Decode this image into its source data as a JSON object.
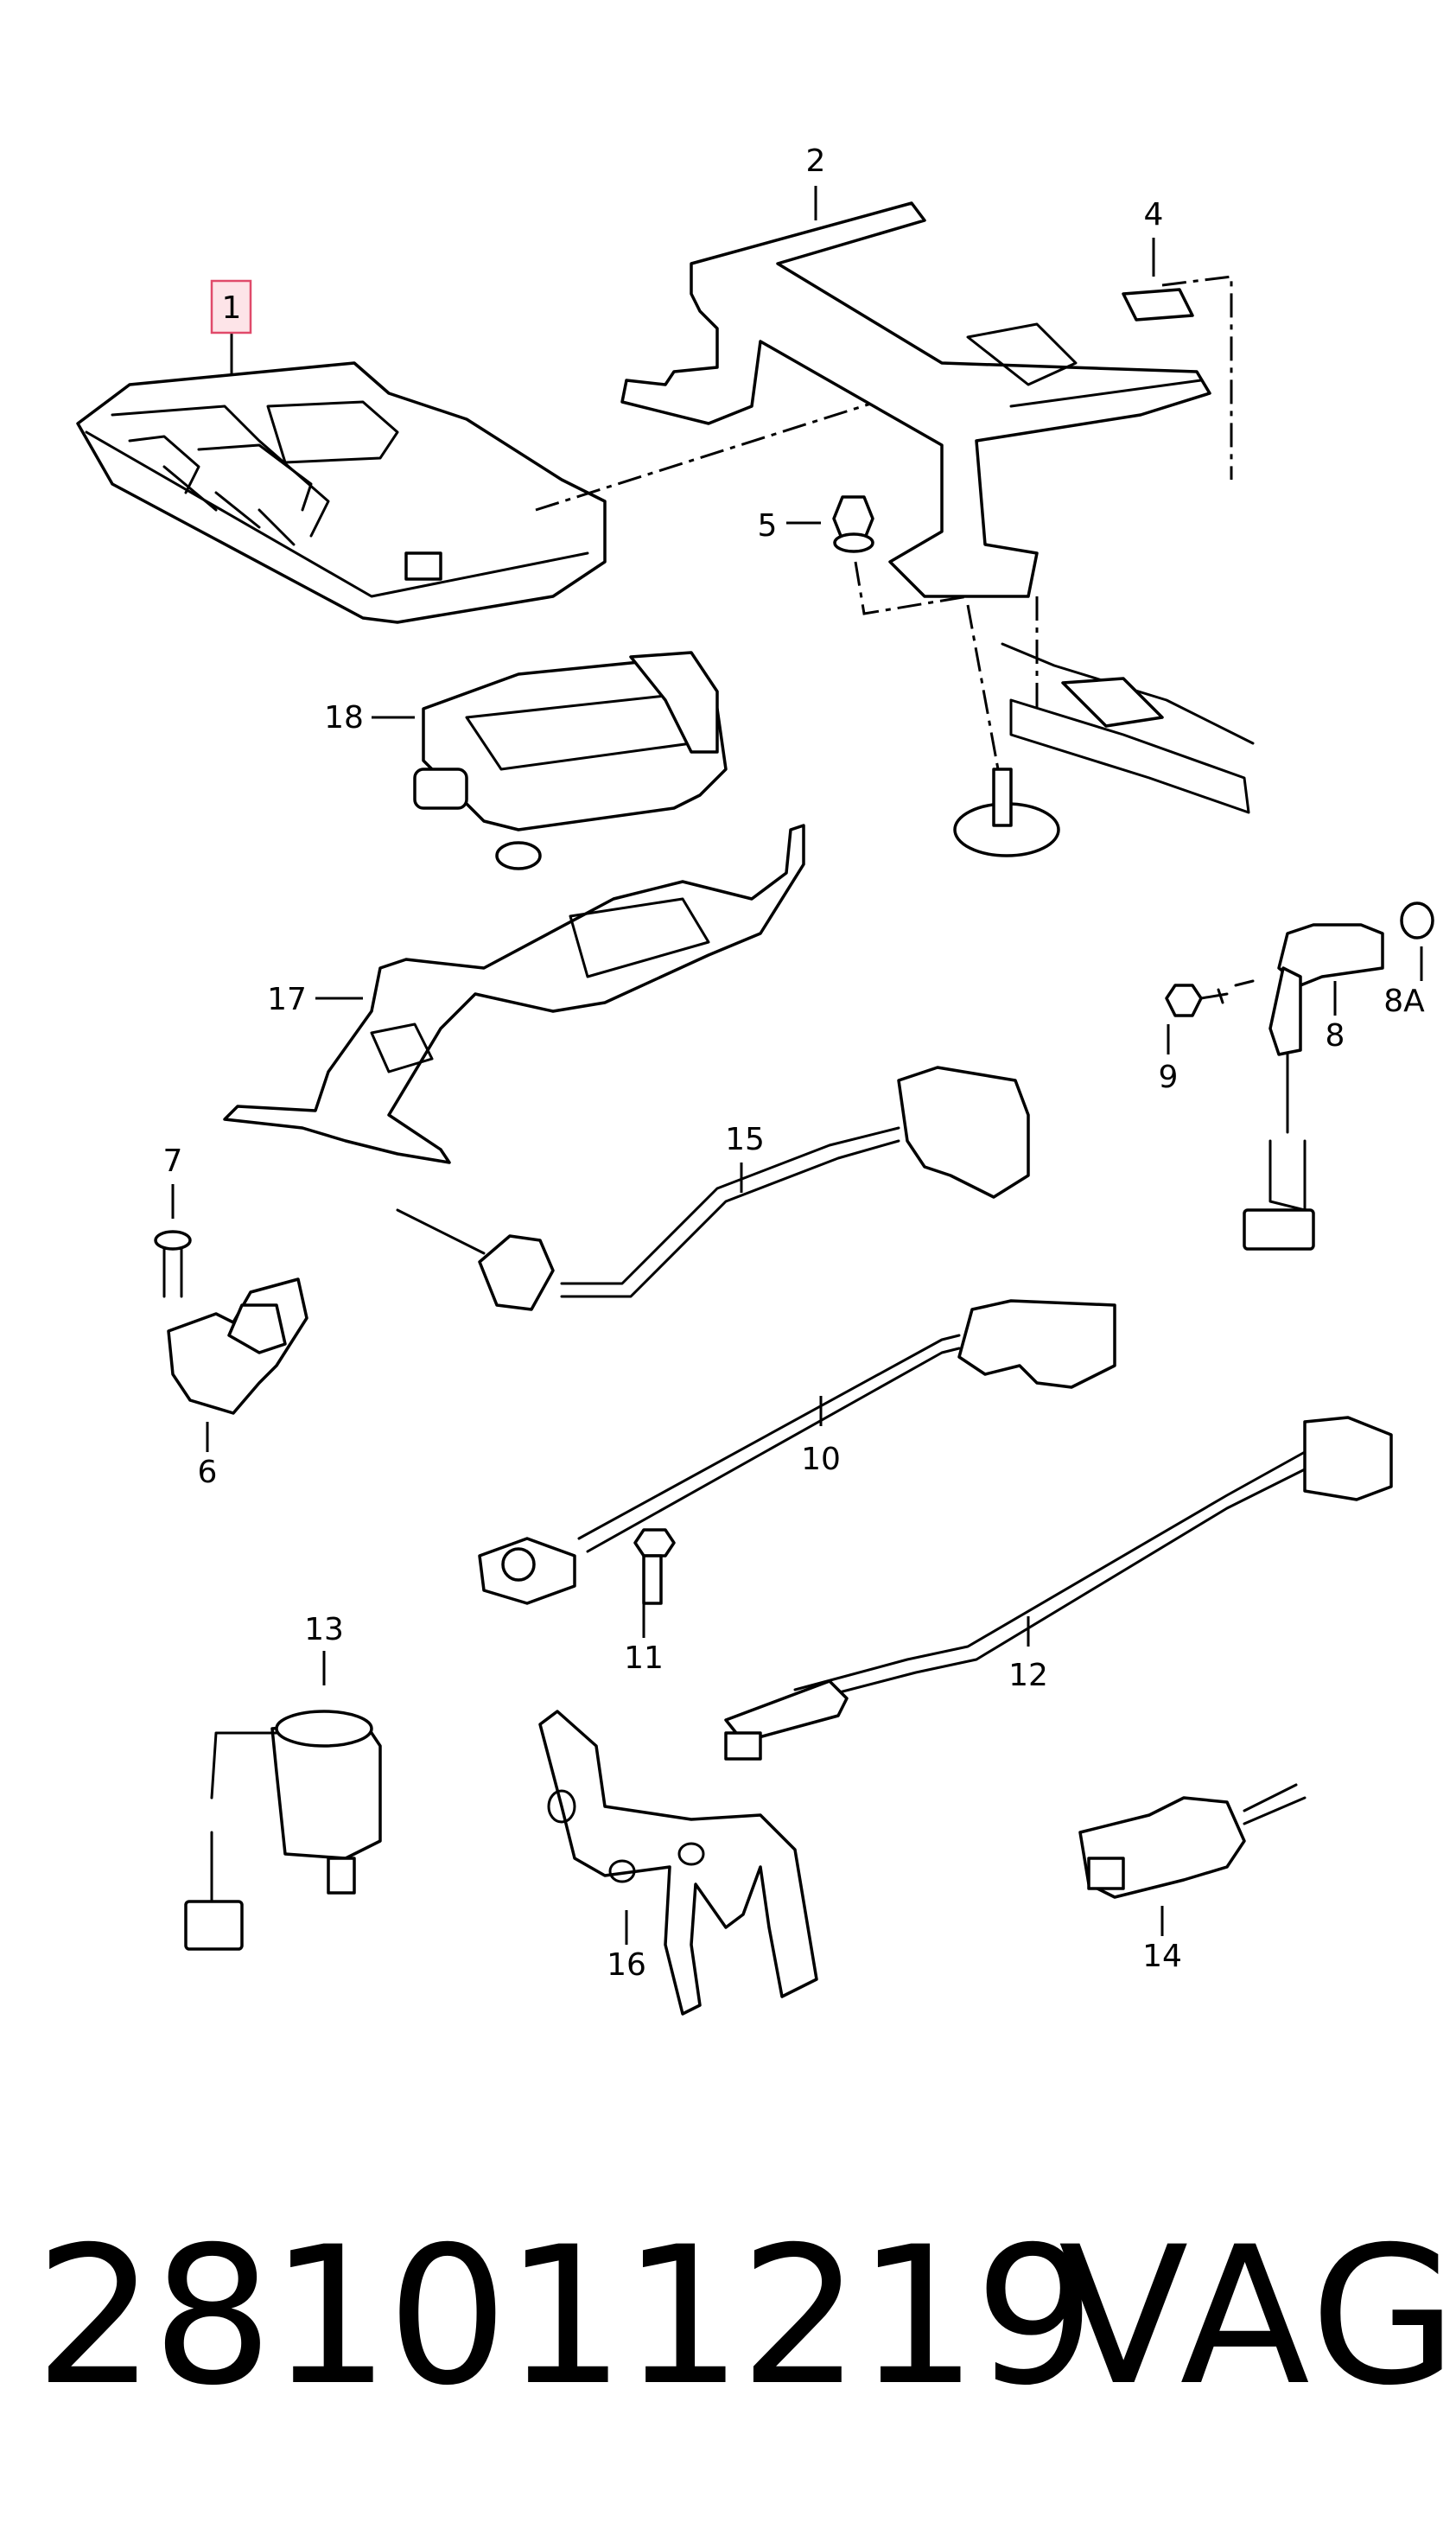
{
  "callouts": {
    "c1": "1",
    "c2": "2",
    "c4": "4",
    "c5": "5",
    "c6": "6",
    "c7": "7",
    "c8": "8",
    "c8a": "8A",
    "c9": "9",
    "c10": "10",
    "c11": "11",
    "c12": "12",
    "c13": "13",
    "c14": "14",
    "c15": "15",
    "c16": "16",
    "c17": "17",
    "c18": "18"
  },
  "highlight_color": "#e04a6a",
  "footer": {
    "part_number": "281011219",
    "brand": "VAG"
  }
}
